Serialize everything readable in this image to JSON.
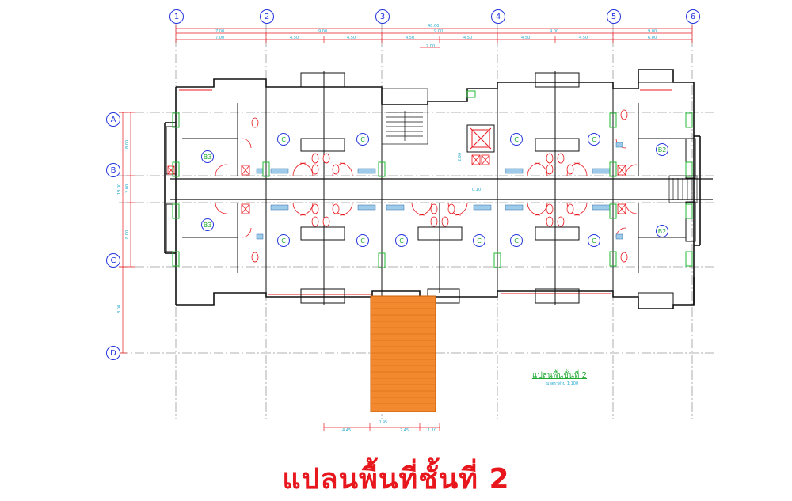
{
  "caption": "แปลนพื้นที่ชั้นที่ 2",
  "sheet_label": "แปลนพื้นชั้นที่ 2",
  "sheet_scale": "มาตราส่วน 1:100",
  "grid_columns": [
    "1",
    "2",
    "3",
    "4",
    "5",
    "6"
  ],
  "grid_rows": [
    "A",
    "B",
    "C",
    "D"
  ],
  "rooms": [
    "B3",
    "C",
    "C",
    "C",
    "C",
    "B2",
    "B3",
    "C",
    "C",
    "C",
    "C",
    "C",
    "C",
    "B2"
  ],
  "dims_top_row1": [
    "7.00",
    "9.00",
    "9.00",
    "9.00",
    "9.00"
  ],
  "dims_top_row2": [
    "7.00",
    "4.50",
    "4.50",
    "4.50",
    "4.50",
    "4.50",
    "4.50",
    "6.00"
  ],
  "dim_total_top": "40.00",
  "dim_stair": "7.00",
  "dims_left": [
    "8.00",
    "2.00",
    "8.00",
    "8.00"
  ],
  "dim_left_total": "18.00",
  "dims_bottom": [
    "4.45",
    "2.45",
    "1.10"
  ],
  "dim_bottom_mid": "0.95",
  "dim_lift": "0.10",
  "dim_lift_side": "2.00",
  "colors": {
    "grid": "#888888",
    "wall": "#111111",
    "red": "#e8171d",
    "blue": "#2233dd",
    "green": "#22aa33",
    "cyan": "#22aacc",
    "ramp": "#f2892e"
  }
}
